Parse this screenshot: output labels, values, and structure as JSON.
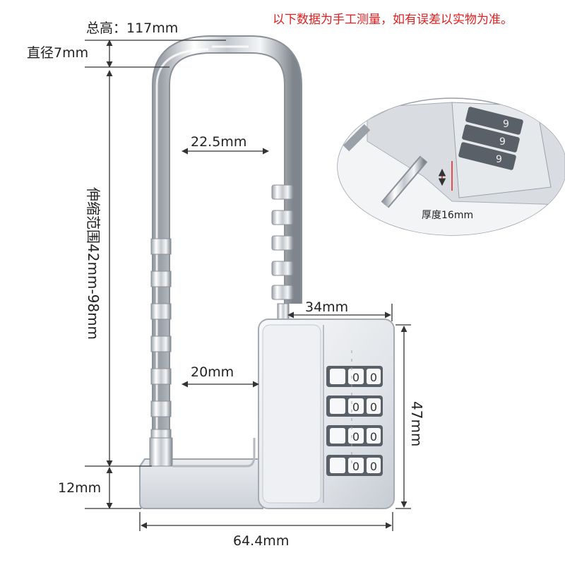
{
  "note": "以下数据为手工测量，如有误差以实物为准。",
  "dimensions": {
    "total_height": "总高：117mm",
    "shackle_diameter": "直径7mm",
    "adjust_range": "伸缩范围42mm-98mm",
    "inner_width_top": "22.5mm",
    "inner_width_bottom": "20mm",
    "body_width": "34mm",
    "body_height": "47mm",
    "base_height": "12mm",
    "total_width": "64.4mm"
  },
  "inset": {
    "thickness": "厚度16mm"
  },
  "dials": {
    "digit_label": "0",
    "inset_digit": "9"
  },
  "colors": {
    "metal_light": "#f1f3f5",
    "metal_mid": "#c9ced4",
    "metal_dark": "#8d949c",
    "note_red": "#e02020",
    "dim_line": "#333333"
  }
}
